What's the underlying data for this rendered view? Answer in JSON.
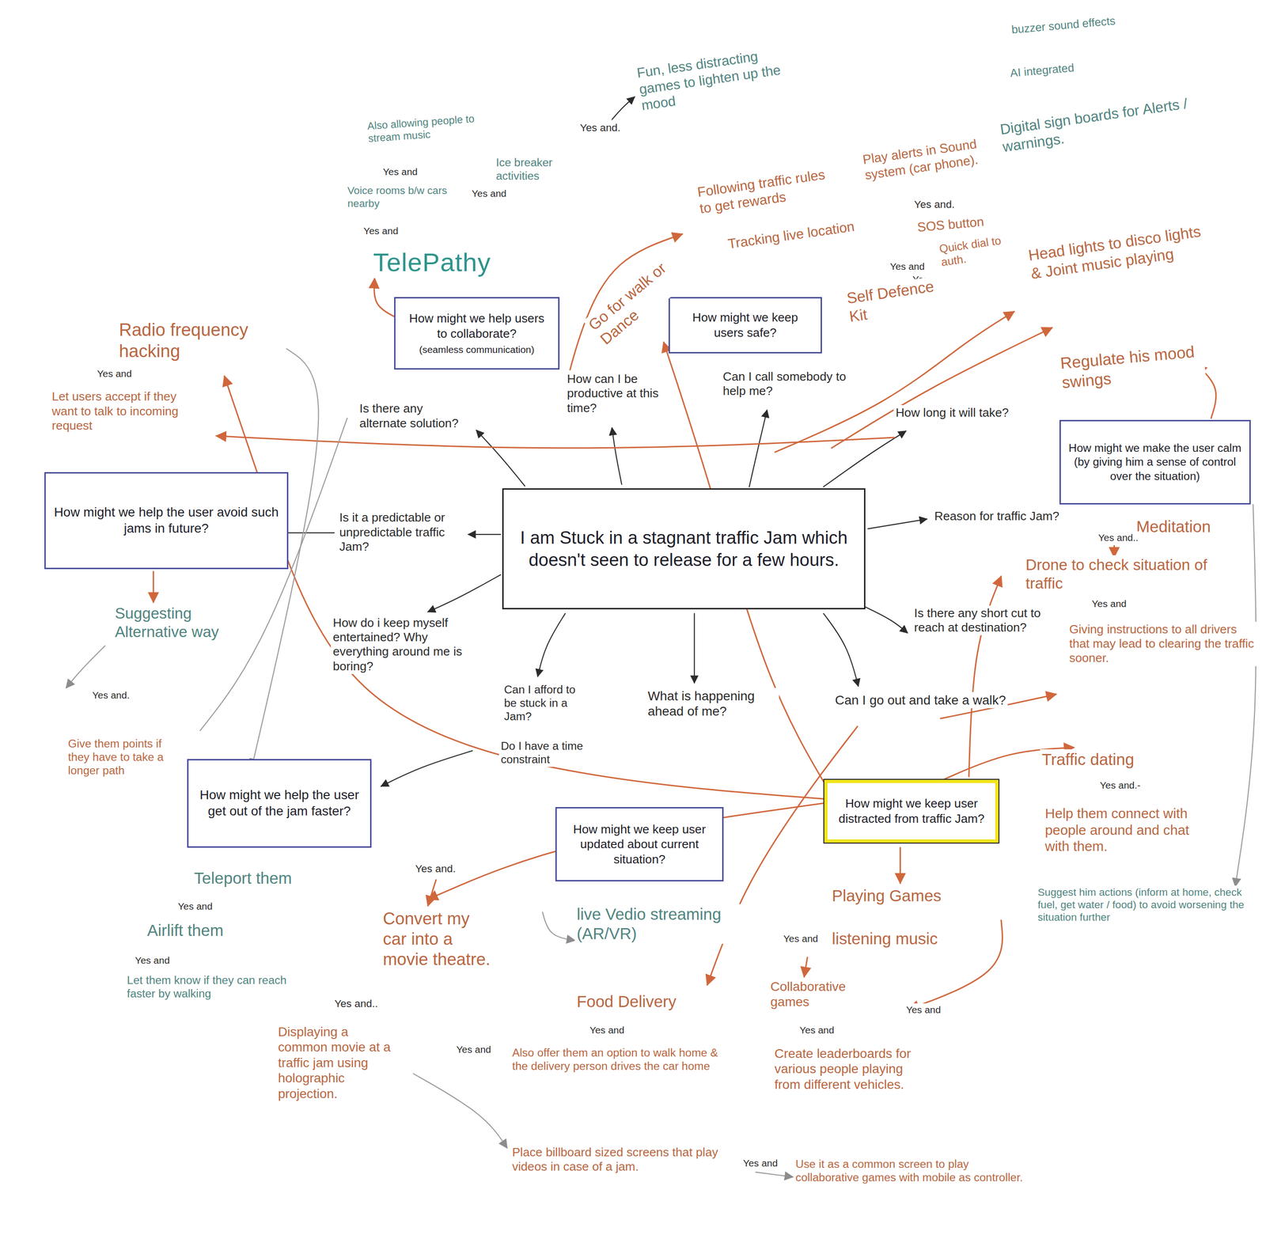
{
  "diagram": {
    "nodes": [
      {
        "text": [
          "How might we help users to collaborate?",
          "(seamless communication)"
        ]
      },
      {
        "text": [
          "How might we keep users safe?"
        ]
      },
      {
        "text": [
          "How might we make the user calm (by giving him a sense of control over the situation)"
        ]
      },
      {
        "text": [
          "How might we help the user avoid such jams in future?"
        ]
      },
      {
        "text": [
          "I am Stuck in a stagnant traffic Jam which doesn't seen to release for a few hours."
        ]
      },
      {
        "text": [
          "How might we help the user get out of the jam faster?"
        ]
      },
      {
        "text": [
          "How might we keep user distracted from traffic Jam?"
        ]
      },
      {
        "text": [
          "How might we keep user updated about current situation?"
        ]
      }
    ],
    "labels": [
      "buzzer sound effects",
      "Fun, less distracting games to lighten up the mood",
      "AI integrated",
      "Also allowing people to stream music",
      "Digital sign boards for Alerts / warnings.",
      "Yes and.",
      "Ice breaker activities",
      "Play alerts in Sound system (car phone).",
      "Yes and",
      "Following traffic rules to get rewards",
      "Voice rooms b/w cars nearby",
      "Yes and",
      "Yes and.",
      "SOS button",
      "Yes and",
      "Tracking live location",
      "Quick dial to auth.",
      "Head lights to disco lights & Joint music playing",
      "TelePathy",
      "Yes and",
      "Yes and",
      "Go for walk or Dance",
      "Self Defence Kit",
      "Radio frequency hacking",
      "Regulate his mood swings",
      "Yes and",
      "How can I be productive at this time?",
      "Can I call somebody to help me?",
      "Let users accept if they want to talk to incoming request",
      "Is there any alternate solution?",
      "How long it will take?",
      "Is it a predictable or unpredictable traffic Jam?",
      "Reason for traffic Jam?",
      "Meditation",
      "Yes and..",
      "Drone to check situation of traffic",
      "Suggesting Alternative way",
      "Yes and",
      "Is there any short cut to reach at destination?",
      "How do i keep myself entertained? Why everything around me is boring?",
      "Giving instructions to all drivers that may lead to clearing the traffic sooner.",
      "Can I afford to be stuck in a Jam?",
      "What is happening ahead of me?",
      "Yes and.",
      "Can I go out and take a walk?",
      "Give them points if they have to take a longer path",
      "Do I have a time constraint",
      "Traffic dating",
      "Yes and.-",
      "Help them connect with people around and chat with them.",
      "Yes and.",
      "Teleport them",
      "Suggest him actions (inform at home, check fuel, get water / food) to avoid worsening the situation further",
      "Playing Games",
      "Yes and",
      "live Vedio streaming (AR/VR)",
      "Convert my car into a movie theatre.",
      "Airlift them",
      "Yes and",
      "listening music",
      "Yes and",
      "Let them know if they can reach faster by walking",
      "Collaborative games",
      "Food Delivery",
      "Yes and..",
      "Yes and",
      "Displaying a common movie at a traffic jam using holographic projection.",
      "Yes and",
      "Yes and",
      "Yes and",
      "Create leaderboards for various people playing from different vehicles.",
      "Also offer them an option to walk home & the delivery person drives the car home",
      "Place billboard sized screens that play videos in case of a jam.",
      "Yes and",
      "Use it as a common screen to play collaborative games with mobile as controller."
    ]
  }
}
